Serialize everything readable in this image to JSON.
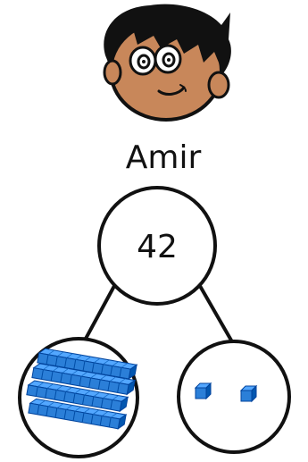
{
  "character": {
    "name": "Amir",
    "skin_color": "#c8875a",
    "hair_color": "#111111"
  },
  "whole": {
    "value": "42"
  },
  "parts": {
    "tens": {
      "count": 4,
      "block_color": "#2b7fd8"
    },
    "ones": {
      "count": 2,
      "block_color": "#2b7fd8"
    }
  }
}
